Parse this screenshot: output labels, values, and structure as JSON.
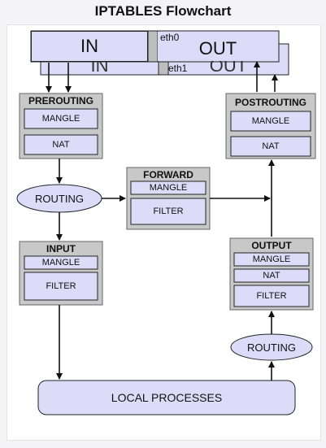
{
  "title": "IPTABLES Flowchart",
  "interfaces": {
    "front_in": "IN",
    "front_out": "OUT",
    "back_in": "IN",
    "back_out": "OUT",
    "eth0": "eth0",
    "eth1": "eth1"
  },
  "prerouting": {
    "label": "PREROUTING",
    "tables": [
      "MANGLE",
      "NAT"
    ]
  },
  "forward": {
    "label": "FORWARD",
    "tables": [
      "MANGLE",
      "FILTER"
    ]
  },
  "input": {
    "label": "INPUT",
    "tables": [
      "MANGLE",
      "FILTER"
    ]
  },
  "postrouting": {
    "label": "POSTROUTING",
    "tables": [
      "MANGLE",
      "NAT"
    ]
  },
  "output": {
    "label": "OUTPUT",
    "tables": [
      "MANGLE",
      "NAT",
      "FILTER"
    ]
  },
  "routing_left": "ROUTING",
  "routing_right": "ROUTING",
  "local_processes": "LOCAL PROCESSES",
  "colors": {
    "box_fill": "#dcdcf8",
    "chain_fill": "#c8c8c8",
    "stroke": "#222222"
  }
}
